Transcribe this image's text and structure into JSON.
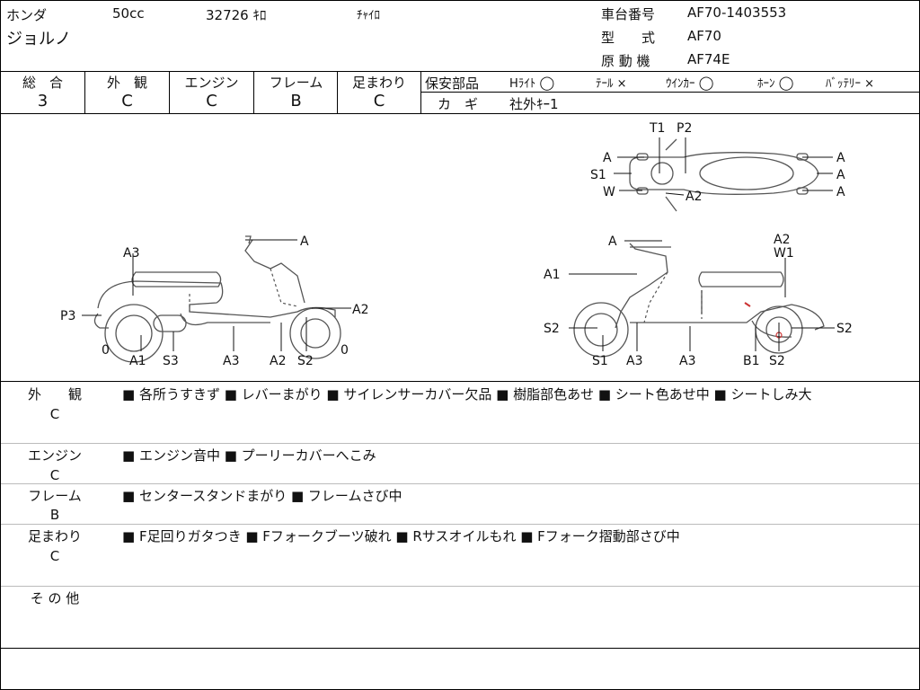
{
  "header": {
    "maker": "ホンダ",
    "displacement": "50cc",
    "mileage": "32726 ｷﾛ",
    "color": "ﾁｬｲﾛ",
    "model_name": "ジョルノ",
    "frame_no_label": "車台番号",
    "frame_no": "AF70-1403553",
    "type_label": "型　　式",
    "type": "AF70",
    "engine_label": "原 動 機",
    "engine": "AF74E"
  },
  "grades": [
    {
      "label": "総　合",
      "value": "3"
    },
    {
      "label": "外　観",
      "value": "C"
    },
    {
      "label": "エンジン",
      "value": "C"
    },
    {
      "label": "フレーム",
      "value": "B"
    },
    {
      "label": "足まわり",
      "value": "C"
    }
  ],
  "safety": {
    "label": "保安部品",
    "items": [
      {
        "name": "Hﾗｲﾄ",
        "mark": "◯"
      },
      {
        "name": "ﾃｰﾙ",
        "mark": "×"
      },
      {
        "name": "ｳｲﾝｶｰ",
        "mark": "◯"
      },
      {
        "name": "ﾎｰﾝ",
        "mark": "◯"
      },
      {
        "name": "ﾊﾞｯﾃﾘｰ",
        "mark": "×"
      }
    ],
    "key_label": "カ　ギ",
    "key_value": "社外ｷｰ1"
  },
  "diagram": {
    "left": [
      "A3",
      "A",
      "P3",
      "A2",
      "0",
      "A1",
      "S3",
      "A3",
      "A2",
      "S2",
      "0"
    ],
    "top": [
      "T1",
      "P2",
      "A",
      "S1",
      "W",
      "A2",
      "A",
      "A",
      "A"
    ],
    "right": [
      "A",
      "A2",
      "W1",
      "A1",
      "S2",
      "S1",
      "A3",
      "A3",
      "B1",
      "S2",
      "S2"
    ]
  },
  "remarks": [
    {
      "label": "外　　観",
      "grade": "C",
      "text": "■ 各所うすきず ■ レバーまがり ■ サイレンサーカバー欠品 ■ 樹脂部色あせ ■ シート色あせ中 ■ シートしみ大"
    },
    {
      "label": "エンジン",
      "grade": "C",
      "text": "■ エンジン音中 ■ プーリーカバーへこみ"
    },
    {
      "label": "フレーム",
      "grade": "B",
      "text": "■ センタースタンドまがり ■ フレームさび中"
    },
    {
      "label": "足まわり",
      "grade": "C",
      "text": "■ F足回りガタつき ■ Fフォークブーツ破れ ■ Rサスオイルもれ ■ Fフォーク摺動部さび中"
    },
    {
      "label": "そ の 他",
      "grade": "",
      "text": ""
    }
  ]
}
